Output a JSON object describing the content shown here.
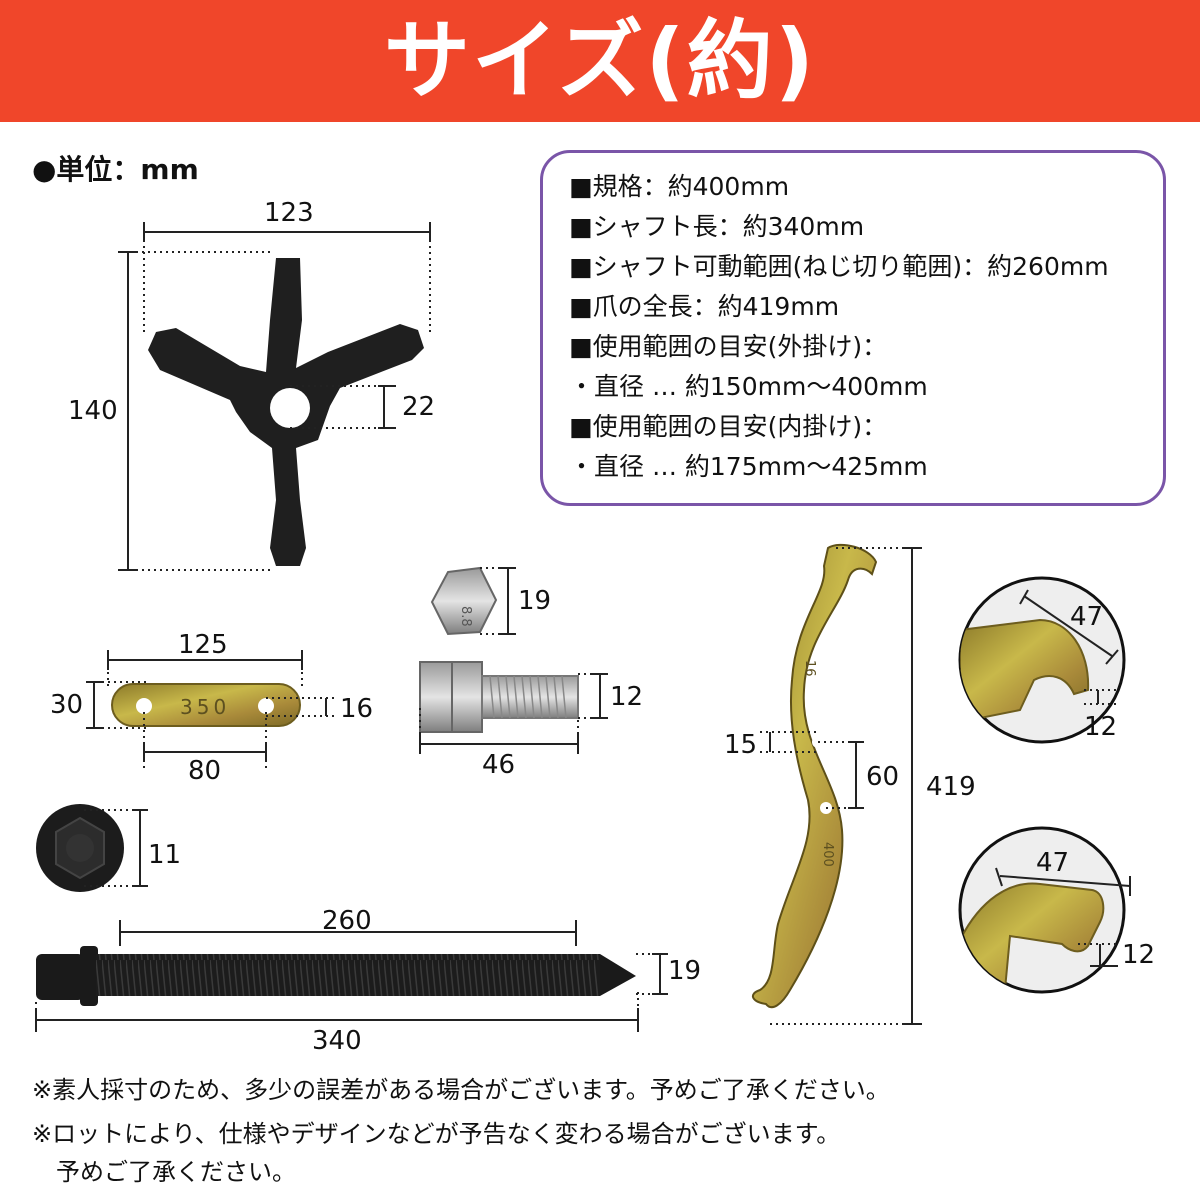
{
  "banner": {
    "title": "サイズ(約)"
  },
  "unit_label": "●単位：mm",
  "specs": [
    "■規格：約400mm",
    "■シャフト長：約340mm",
    "■シャフト可動範囲(ねじ切り範囲)：約260mm",
    "■爪の全長：約419mm",
    "■使用範囲の目安(外掛け)：",
    "・直径 … 約150mm～400mm",
    "■使用範囲の目安(内掛け)：",
    "・直径 … 約175mm～425mm"
  ],
  "dimensions": {
    "yoke_width": "123",
    "yoke_height": "140",
    "yoke_hole": "22",
    "bolt_head": "19",
    "link_length": "125",
    "link_height": "30",
    "link_hole": "16",
    "link_pitch": "80",
    "link_stamp": "350",
    "bolt_thread": "12",
    "bolt_length": "46",
    "bolt_head_stamp": "8.8",
    "nut_size": "11",
    "shaft_thread": "260",
    "shaft_dia": "19",
    "shaft_length": "340",
    "jaw_hole": "15",
    "jaw_pitch": "60",
    "jaw_length": "419",
    "jaw_stamp_top": "16",
    "jaw_stamp_bottom": "400",
    "hook_out_width": "47",
    "hook_out_thick": "12",
    "hook_in_width": "47",
    "hook_in_thick": "12"
  },
  "notes": [
    "※素人採寸のため、多少の誤差がある場合がございます。予めご了承ください。",
    "※ロットにより、仕様やデザインなどが予告なく変わる場合がございます。",
    "　予めご了承ください。"
  ],
  "colors": {
    "banner": "#f0462a",
    "frame": "#7a55a8",
    "parts_black": "#1e1e1e",
    "parts_zinc": "#b9a63a"
  }
}
